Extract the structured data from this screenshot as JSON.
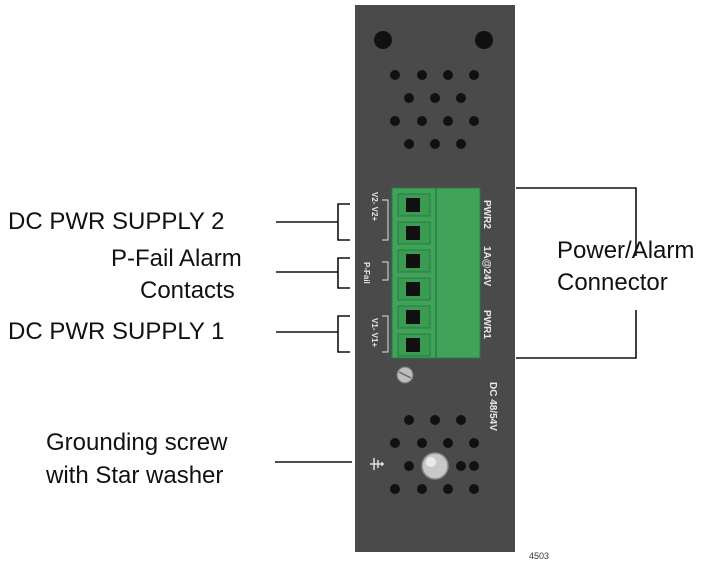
{
  "callouts": {
    "dc_pwr_supply_2": "DC PWR SUPPLY 2",
    "pfail_line1": "P-Fail Alarm",
    "pfail_line2": "Contacts",
    "dc_pwr_supply_1": "DC PWR SUPPLY 1",
    "grounding_line1": "Grounding screw",
    "grounding_line2": "with Star washer",
    "connector_line1": "Power/Alarm",
    "connector_line2": "Connector"
  },
  "device_labels": {
    "pwr2": "PWR2",
    "rating": "1A@24V",
    "pwr1": "PWR1",
    "voltage": "DC 48/54V",
    "v2": "V2-  V2+",
    "pfail": "P-Fail",
    "v1": "V1-  V1+"
  },
  "figure_id": "4503",
  "colors": {
    "panel": "#4a4a4a",
    "connector": "#3fa35a",
    "line": "#111111"
  }
}
